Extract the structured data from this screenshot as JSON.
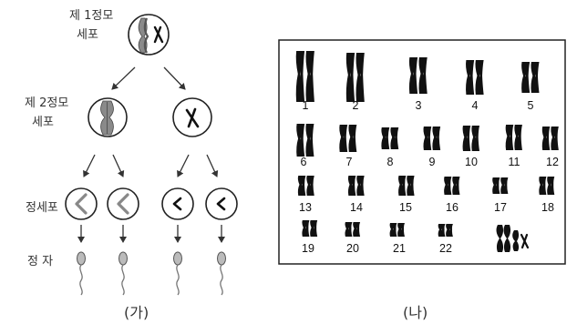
{
  "panel_a": {
    "caption": "(가)",
    "primary_label_1": "제 1정모",
    "primary_label_2": "세포",
    "secondary_label_1": "제 2정모",
    "secondary_label_2": "세포",
    "spermatid_label": "정세포",
    "sperm_label": "정 자"
  },
  "panel_b": {
    "caption": "(나)",
    "chromosome_numbers": [
      "1",
      "2",
      "3",
      "4",
      "5",
      "6",
      "7",
      "8",
      "9",
      "10",
      "11",
      "12",
      "13",
      "14",
      "15",
      "16",
      "17",
      "18",
      "19",
      "20",
      "21",
      "22"
    ]
  }
}
